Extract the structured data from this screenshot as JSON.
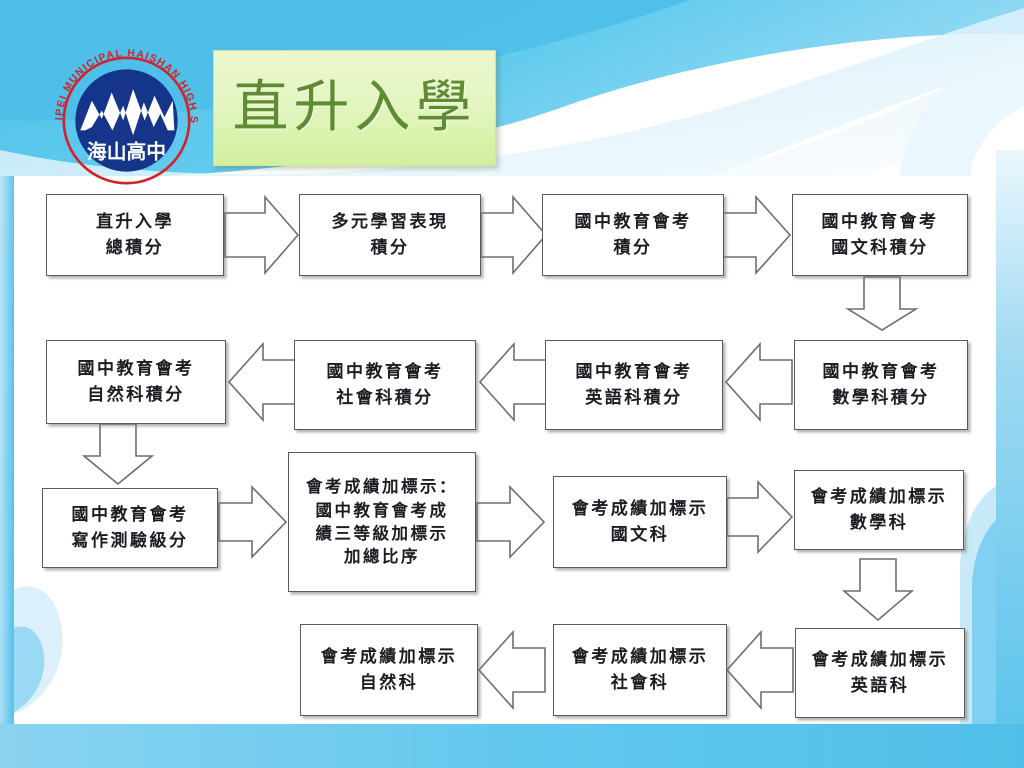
{
  "slide": {
    "title": "直升入學",
    "background_top_color": "#5bc6ee",
    "background_band_color": "#d9effa",
    "panel_color": "#ffffff",
    "title_plate_color": "#dff3b6",
    "title_text_color": "#5f8b32"
  },
  "logo": {
    "name": "haishan-high-school-emblem",
    "outer_text": "NEW TAIPEI MUNICIPAL HAISHAN HIGH SCHOOL",
    "inner_text": "海山高中",
    "ring_color": "#d0232b",
    "disc_color": "#15358a",
    "mark_color": "#ffffff"
  },
  "flow": {
    "nodes": [
      {
        "id": "n1",
        "lines": [
          "直升入學",
          "總積分"
        ]
      },
      {
        "id": "n2",
        "lines": [
          "多元學習表現",
          "積分"
        ]
      },
      {
        "id": "n3",
        "lines": [
          "國中教育會考",
          "積分"
        ]
      },
      {
        "id": "n4",
        "lines": [
          "國中教育會考",
          "國文科積分"
        ]
      },
      {
        "id": "n5",
        "lines": [
          "國中教育會考",
          "數學科積分"
        ]
      },
      {
        "id": "n6",
        "lines": [
          "國中教育會考",
          "英語科積分"
        ]
      },
      {
        "id": "n7",
        "lines": [
          "國中教育會考",
          "社會科積分"
        ]
      },
      {
        "id": "n8",
        "lines": [
          "國中教育會考",
          "自然科積分"
        ]
      },
      {
        "id": "n9",
        "lines": [
          "國中教育會考",
          "寫作測驗級分"
        ]
      },
      {
        "id": "n10",
        "lines": [
          "會考成績加標示：",
          "國中教育會考成",
          "績三等級加標示",
          "加總比序"
        ]
      },
      {
        "id": "n11",
        "lines": [
          "會考成績加標示",
          "國文科"
        ]
      },
      {
        "id": "n12",
        "lines": [
          "會考成績加標示",
          "數學科"
        ]
      },
      {
        "id": "n13",
        "lines": [
          "會考成績加標示",
          "英語科"
        ]
      },
      {
        "id": "n14",
        "lines": [
          "會考成績加標示",
          "社會科"
        ]
      },
      {
        "id": "n15",
        "lines": [
          "會考成績加標示",
          "自然科"
        ]
      }
    ],
    "connectors": [
      {
        "from": "n1",
        "to": "n2",
        "direction": "right"
      },
      {
        "from": "n2",
        "to": "n3",
        "direction": "right"
      },
      {
        "from": "n3",
        "to": "n4",
        "direction": "right"
      },
      {
        "from": "n4",
        "to": "n5",
        "direction": "down"
      },
      {
        "from": "n5",
        "to": "n6",
        "direction": "left"
      },
      {
        "from": "n6",
        "to": "n7",
        "direction": "left"
      },
      {
        "from": "n7",
        "to": "n8",
        "direction": "left"
      },
      {
        "from": "n8",
        "to": "n9",
        "direction": "down"
      },
      {
        "from": "n9",
        "to": "n10",
        "direction": "right"
      },
      {
        "from": "n10",
        "to": "n11",
        "direction": "right"
      },
      {
        "from": "n11",
        "to": "n12",
        "direction": "right"
      },
      {
        "from": "n12",
        "to": "n13",
        "direction": "down"
      },
      {
        "from": "n13",
        "to": "n14",
        "direction": "left"
      },
      {
        "from": "n14",
        "to": "n15",
        "direction": "left"
      }
    ]
  }
}
